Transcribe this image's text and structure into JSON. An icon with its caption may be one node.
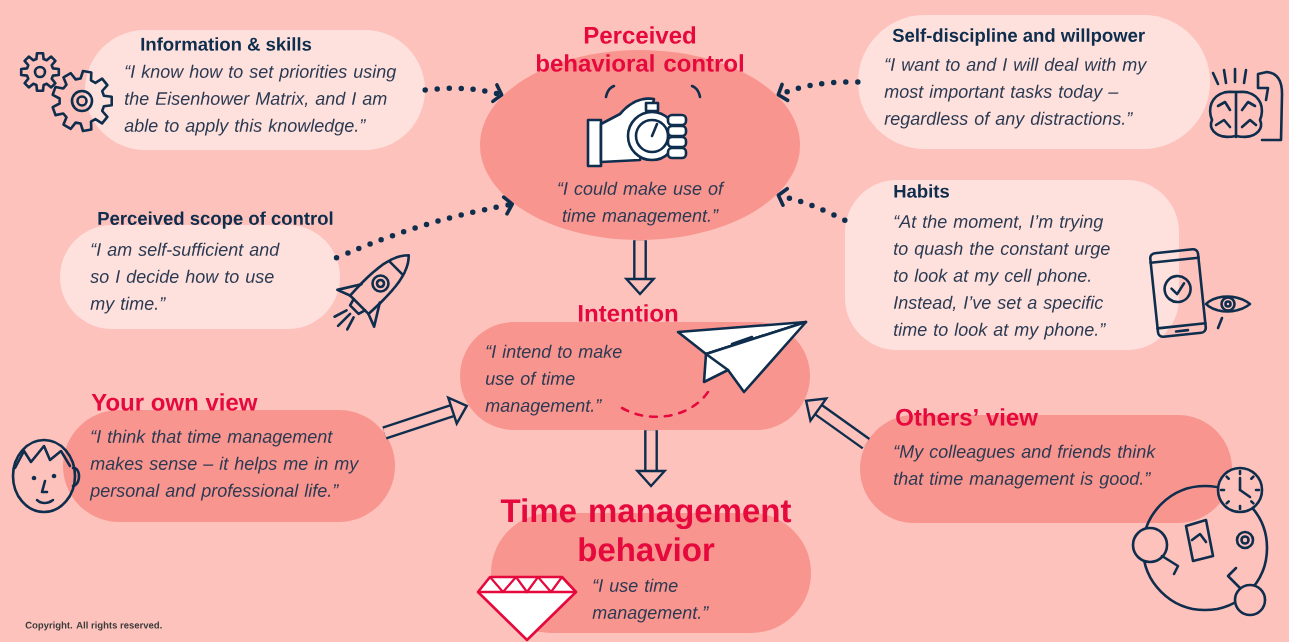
{
  "diagram": {
    "nodes": [
      {
        "text": [
          "Information & skills",
          "“I know how to set priorities using the Eisenhower Matrix, and I am able to apply this knowledge.”"
        ]
      },
      {
        "text": [
          "Perceived behavioral control",
          "“I could make use of time management.”"
        ]
      },
      {
        "text": [
          "Self-discipline and willpower",
          "“I want to and I will deal with my most important tasks today – regardless of any distractions.”"
        ]
      },
      {
        "text": [
          "Perceived scope of control",
          "“I am self-sufficient and so I decide how to use my time.”"
        ]
      },
      {
        "text": [
          "Habits",
          "“At the moment, I’m trying to quash the constant urge to look at my cell phone. Instead, I’ve set a specific time to look at my phone.”"
        ]
      },
      {
        "text": [
          "Intention",
          "“I intend to make use of time management.”"
        ]
      },
      {
        "text": [
          "Your own view",
          "“I think that time management makes sense – it helps me in my personal and professional life.”"
        ]
      },
      {
        "text": [
          "Others’ view",
          "“My colleagues and friends think that time management is good.”"
        ]
      },
      {
        "text": [
          "Time management behavior",
          "“I use time management.”"
        ]
      }
    ],
    "edges": [
      {
        "from": 0,
        "to": 1,
        "arrow": "to",
        "style": "dashed"
      },
      {
        "from": 2,
        "to": 1,
        "arrow": "to",
        "style": "dashed"
      },
      {
        "from": 3,
        "to": 1,
        "arrow": "to",
        "style": "dashed"
      },
      {
        "from": 4,
        "to": 1,
        "arrow": "to",
        "style": "dashed"
      },
      {
        "from": 1,
        "to": 5,
        "arrow": "to",
        "style": "thick"
      },
      {
        "from": 6,
        "to": 5,
        "arrow": "to",
        "style": "thick"
      },
      {
        "from": 7,
        "to": 5,
        "arrow": "to",
        "style": "thick"
      },
      {
        "from": 5,
        "to": 8,
        "arrow": "to",
        "style": "thick"
      }
    ],
    "labels": [
      "Copyright. All rights reserved."
    ]
  }
}
